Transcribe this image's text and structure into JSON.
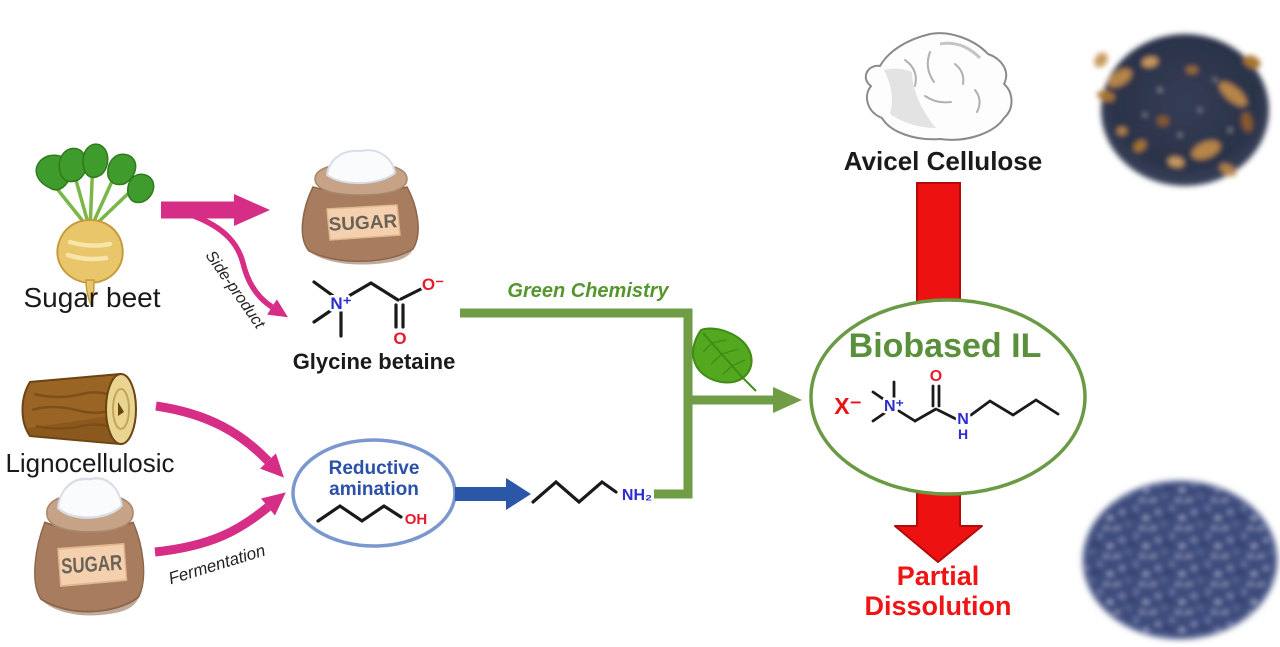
{
  "top_pathway": {
    "source_label": "Sugar beet",
    "arrow_caption": "Side-product",
    "bag_label": "SUGAR",
    "molecule": {
      "name": "Glycine betaine",
      "atoms": {
        "n_plus": "N⁺",
        "o_minus": "O⁻",
        "o": "O"
      }
    },
    "process_label": "Green Chemistry"
  },
  "bottom_pathway": {
    "source_label": "Lignocellulosic",
    "bag_label": "SUGAR",
    "arrow_caption": "Fermentation",
    "process": {
      "line1": "Reductive",
      "line2": "amination",
      "molecule_atoms": {
        "oh": "OH"
      }
    },
    "amine_atoms": {
      "nh2": "NH₂"
    }
  },
  "product": {
    "title": "Biobased IL",
    "anion": "X⁻",
    "atoms": {
      "n_plus": "N⁺",
      "o": "O",
      "n": "N",
      "h": "H"
    }
  },
  "cellulose": {
    "label": "Avicel Cellulose"
  },
  "result": {
    "line1": "Partial",
    "line2": "Dissolution"
  },
  "colors": {
    "pink": "#d62d86",
    "green_line": "#6f9c44",
    "green_text": "#55962e",
    "red": "#ee1111",
    "blue": "#2b57a8"
  }
}
